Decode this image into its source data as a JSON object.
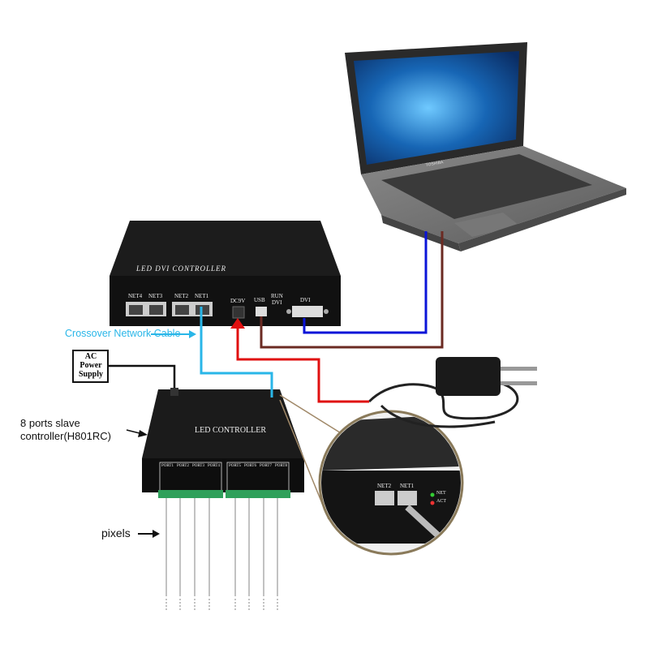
{
  "labels": {
    "crossover": "Crossover Network Cable",
    "ac_power": [
      "AC",
      "Power",
      "Supply"
    ],
    "slave_controller": [
      "8 ports slave",
      "controller(H801RC)"
    ],
    "pixels": "pixels"
  },
  "dvi_controller": {
    "title": "LED DVI CONTROLLER",
    "ports": [
      "NET4",
      "NET3",
      "NET2",
      "NET1"
    ],
    "dc": "DC9V",
    "usb": "USB",
    "run": "RUN",
    "dvi_led": "DVI",
    "dvi": "DVI"
  },
  "slave": {
    "title": "LED CONTROLLER",
    "ports": [
      "PORT1",
      "PORT2",
      "PORT3",
      "PORT4",
      "PORT5",
      "PORT6",
      "PORT7",
      "PORT8"
    ]
  },
  "callout": {
    "ports": [
      "NET2",
      "NET1"
    ],
    "leds": [
      "NET",
      "ACT"
    ]
  },
  "laptop": {
    "brand": "TOSHIBA"
  },
  "colors": {
    "crossover": "#29b6e8",
    "dvi": "#0a14d8",
    "usb": "#6b2a22",
    "power": "#e01010"
  }
}
